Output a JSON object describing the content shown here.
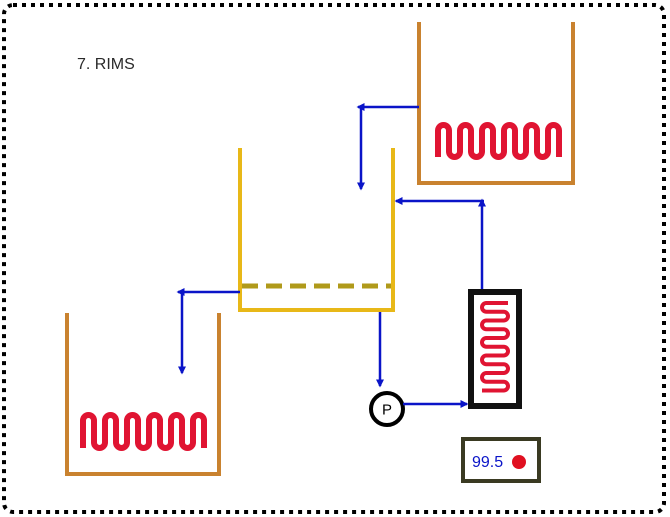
{
  "diagram": {
    "title": "7. RIMS",
    "pump_label": "P",
    "controller": {
      "reading": "99.5"
    },
    "colors": {
      "kettle": "#c9822f",
      "mash_tun": "#e8b818",
      "false_bottom": "#b09a1a",
      "heating_element": "#e01432",
      "flow_arrow": "#0a14c8",
      "rims_tube_frame": "#111111",
      "controller_frame": "#3a3a22",
      "readout_text": "#0a14c8",
      "indicator_light": "#e01020",
      "border_dots": "#000000"
    },
    "icons": {
      "hot_liquor_tank": "kettle-with-heating-element-icon",
      "mash_tun": "mash-tun-with-false-bottom-icon",
      "boil_kettle": "kettle-with-heating-element-icon",
      "pump": "pump-icon",
      "rims_heater": "rims-heating-tube-icon",
      "controller": "temperature-controller-icon"
    }
  }
}
